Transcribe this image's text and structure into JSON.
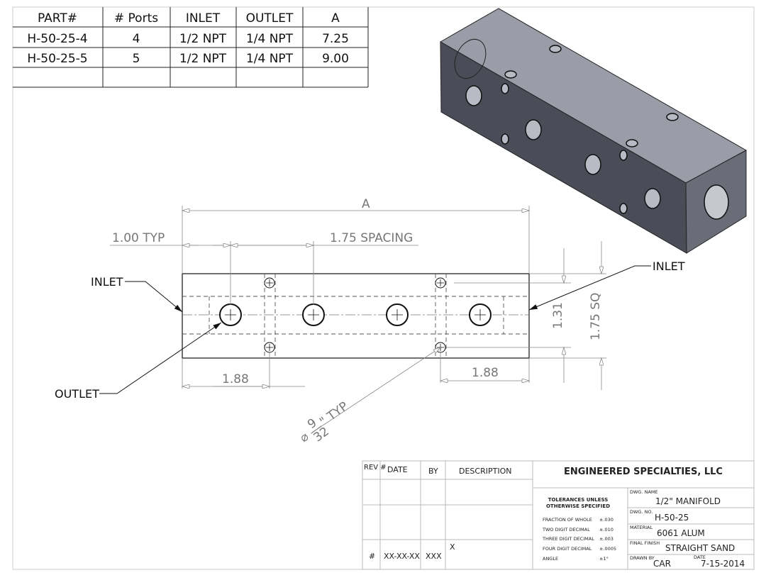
{
  "parts_table": {
    "headers": [
      "PART#",
      "# Ports",
      "INLET",
      "OUTLET",
      "A"
    ],
    "rows": [
      [
        "H-50-25-4",
        "4",
        "1/2 NPT",
        "1/4 NPT",
        "7.25"
      ],
      [
        "H-50-25-5",
        "5",
        "1/2 NPT",
        "1/4 NPT",
        "9.00"
      ],
      [
        "",
        "",
        "",
        "",
        ""
      ]
    ]
  },
  "drawing": {
    "dim_a": "A",
    "dim_typ": "1.00 TYP",
    "dim_spacing": "1.75 SPACING",
    "dim_left": "1.88",
    "dim_right": "1.88",
    "dim_height": "1.31",
    "dim_sq": "1.75 SQ",
    "hole_callout_prefix": "⌀",
    "hole_num": "9",
    "hole_den": "32",
    "hole_suffix": "\" TYP",
    "label_inlet_left": "INLET",
    "label_inlet_right": "INLET",
    "label_outlet": "OUTLET"
  },
  "revision_block": {
    "headers": [
      "REV #",
      "DATE",
      "BY",
      "DESCRIPTION"
    ],
    "row": {
      "rev": "#",
      "date": "XX-XX-XX",
      "by": "XXX",
      "description": "X"
    }
  },
  "title_block": {
    "company": "ENGINEERED SPECIALTIES, LLC",
    "tolerances_title_1": "TOLERANCES UNLESS",
    "tolerances_title_2": "OTHERWISE SPECIFIED",
    "tolerances": [
      {
        "label": "FRACTION OF WHOLE",
        "value": "±.030"
      },
      {
        "label": "TWO DIGIT DECIMAL",
        "value": "±.010"
      },
      {
        "label": "THREE DIGIT DECIMAL",
        "value": "±.003"
      },
      {
        "label": "FOUR DIGIT DECIMAL",
        "value": "±.0005"
      },
      {
        "label": "ANGLE",
        "value": "±1°"
      }
    ],
    "dwg_name_label": "DWG. NAME",
    "dwg_name": "1/2\" MANIFOLD",
    "dwg_no_label": "DWG. NO.",
    "dwg_no": "H-50-25",
    "material_label": "MATERIAL",
    "material": "6061 ALUM",
    "finish_label": "FINAL FINISH",
    "finish": "STRAIGHT SAND",
    "drawn_by_label": "DRAWN BY",
    "drawn_by": "CAR",
    "date_label": "DATE",
    "date": "7-15-2014"
  }
}
